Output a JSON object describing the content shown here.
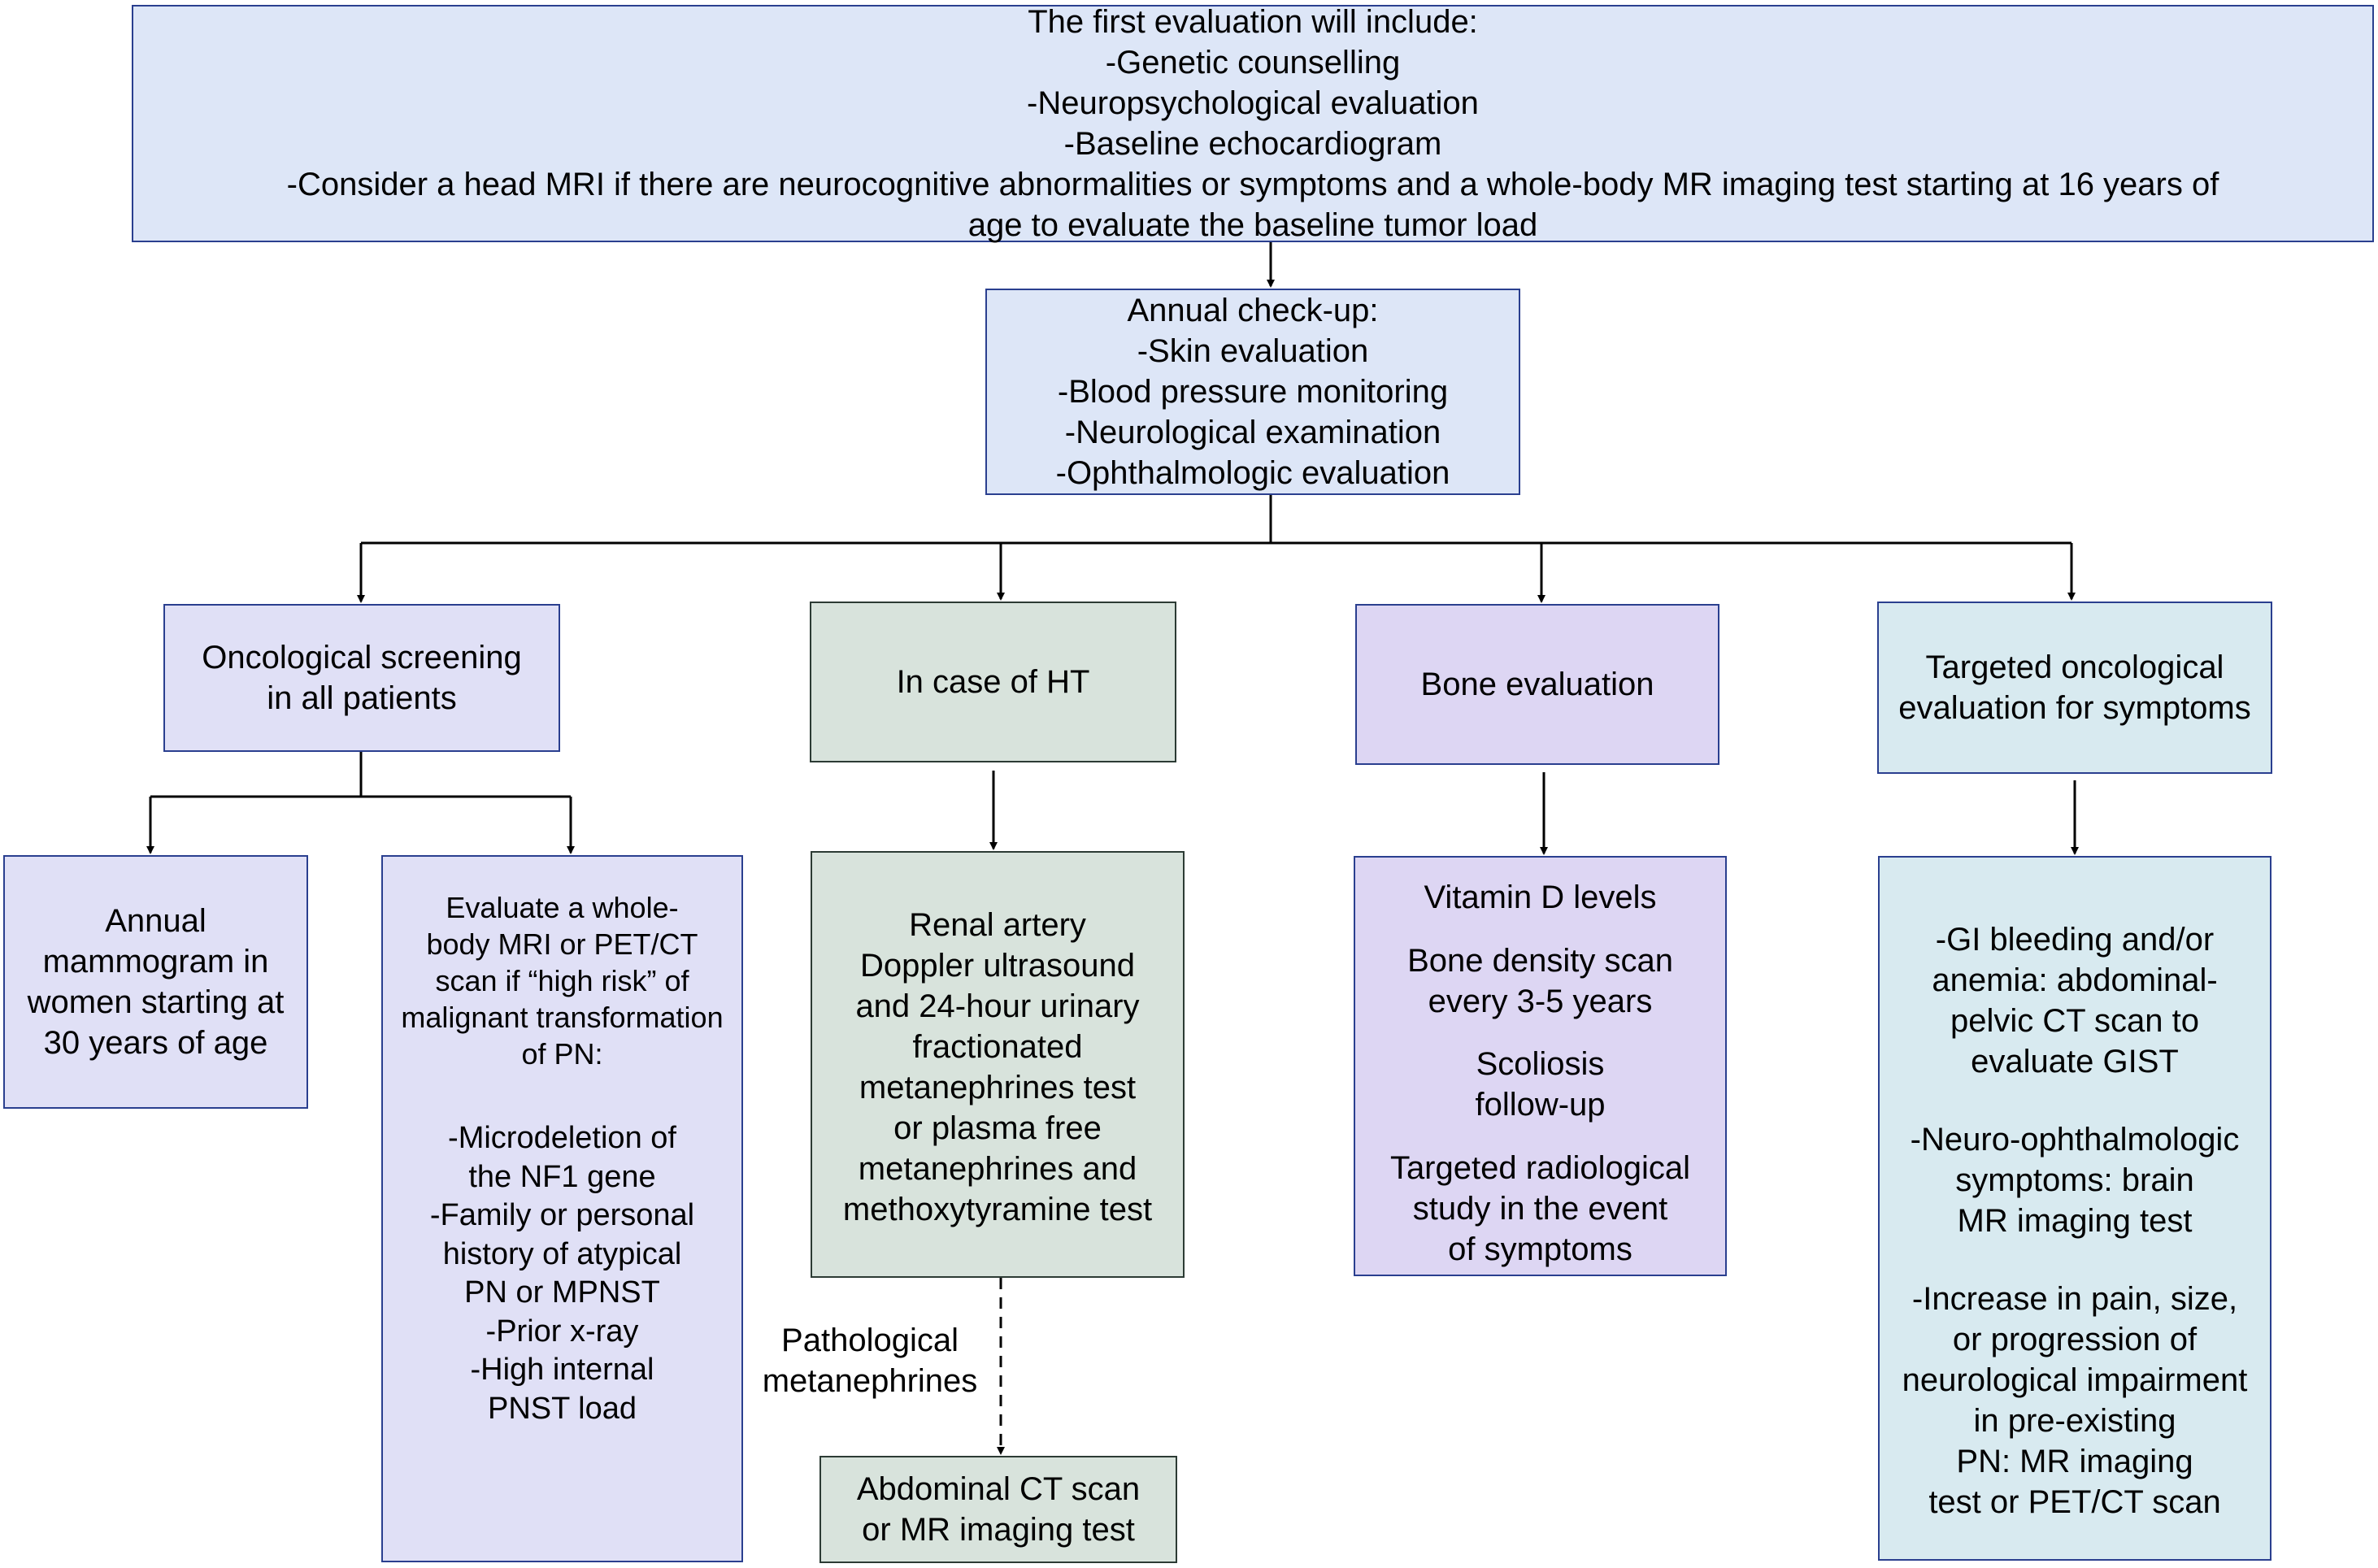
{
  "colors": {
    "border": "#2a3f8f",
    "first_box_fill": "#dde6f7",
    "lavender_fill": "#e0e0f6",
    "gray_green_fill": "#d8e3dc",
    "purple_fill": "#ddd6f3",
    "cyan_fill": "#d8eaf0",
    "connector": "#000000"
  },
  "first_evaluation": {
    "lines": [
      "The first evaluation will include:",
      "-Genetic counselling",
      "-Neuropsychological evaluation",
      "-Baseline echocardiogram",
      "-Consider a head MRI if there are neurocognitive abnormalities or symptoms and a whole-body MR imaging test starting at 16 years of",
      "age to evaluate the baseline tumor load"
    ]
  },
  "annual_checkup": {
    "lines": [
      "Annual check-up:",
      "-Skin evaluation",
      "-Blood pressure monitoring",
      "-Neurological examination",
      "-Ophthalmologic evaluation"
    ]
  },
  "oncological_screening": {
    "lines": [
      "Oncological screening",
      "in all patients"
    ]
  },
  "in_case_of_ht": {
    "lines": [
      "In case of HT"
    ]
  },
  "bone_evaluation": {
    "lines": [
      "Bone evaluation"
    ]
  },
  "targeted_oncological": {
    "lines": [
      "Targeted oncological",
      "evaluation for  symptoms"
    ]
  },
  "annual_mammogram": {
    "lines": [
      "Annual",
      "mammogram in",
      "women starting at",
      "30 years of age"
    ]
  },
  "whole_body_mri": {
    "lines": [
      "Evaluate a whole-",
      "body MRI or PET/CT",
      "scan if “high risk” of",
      "malignant transformation",
      "of PN:",
      "",
      "-Microdeletion of",
      "the NF1 gene",
      "-Family or personal",
      "history of atypical",
      "PN or MPNST",
      "-Prior x-ray",
      "-High internal",
      "PNST load"
    ]
  },
  "renal_artery": {
    "lines": [
      "Renal artery",
      "Doppler ultrasound",
      "and 24-hour urinary",
      "fractionated",
      "metanephrines test",
      "or plasma free",
      "metanephrines and",
      "methoxytyramine test"
    ]
  },
  "vitamin_d": {
    "lines": [
      "Vitamin D levels",
      "",
      "Bone density scan",
      "every 3-5 years",
      "",
      "Scoliosis",
      "follow-up",
      "",
      "Targeted radiological",
      "study in the event",
      "of symptoms"
    ]
  },
  "gi_bleeding": {
    "lines": [
      "-GI bleeding and/or",
      "anemia: abdominal-",
      "pelvic CT scan to",
      "evaluate GIST",
      "",
      "-Neuro-ophthalmologic",
      "symptoms: brain",
      "MR imaging test",
      "",
      "-Increase in pain, size,",
      "or progression of",
      "neurological impairment",
      "in pre-existing",
      "PN: MR imaging",
      "test or PET/CT scan"
    ]
  },
  "pathological_label": {
    "lines": [
      "Pathological",
      "metanephrines"
    ]
  },
  "abdominal_ct": {
    "lines": [
      "Abdominal CT scan",
      "or MR imaging test"
    ]
  }
}
